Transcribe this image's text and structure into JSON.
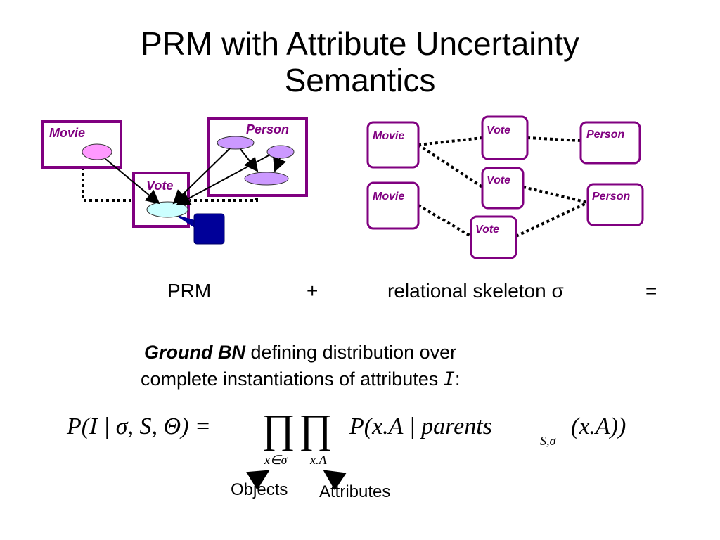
{
  "title_line1": "PRM with Attribute Uncertainty",
  "title_line2": "Semantics",
  "prm": {
    "movie_label": "Movie",
    "person_label": "Person",
    "vote_label": "Vote"
  },
  "skeleton": {
    "movies": [
      "Movie",
      "Movie"
    ],
    "votes": [
      "Vote",
      "Vote",
      "Vote"
    ],
    "persons": [
      "Person",
      "Person"
    ]
  },
  "equation_line": {
    "prm": "PRM",
    "plus": "+",
    "skeleton": "relational skeleton σ",
    "equals": "="
  },
  "description": {
    "bold": "Ground BN",
    "rest1": " defining distribution over",
    "line2": "complete instantiations of attributes ",
    "ivar": "I",
    "colon": ":"
  },
  "formula": {
    "lhs": "P(I | σ, S, Θ) =",
    "prod1": "∏",
    "prod2": "∏",
    "rhs_pre": "P(x.A | parents",
    "rhs_sub": "S,σ",
    "rhs_post": "(x.A))",
    "sub1": "x∈σ",
    "sub2": "x.A"
  },
  "captions": {
    "objects": "Objects",
    "attributes": "Attributes"
  },
  "colors": {
    "box_border": "#800080",
    "movie_node": "#ff99ff",
    "person_node": "#cc99ff",
    "vote_node": "#ccffff",
    "cpd_block": "#000099"
  }
}
